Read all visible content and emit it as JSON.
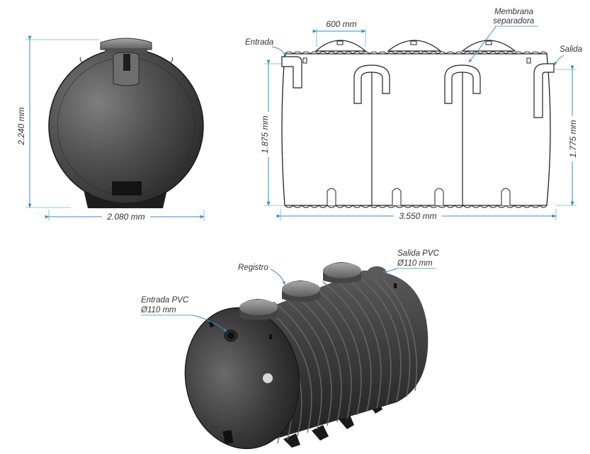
{
  "colors": {
    "dimension": "#2f8fc7",
    "text": "#333333",
    "outline": "#222222",
    "tank_dark": "#3a3a3a",
    "tank_light": "#8a8a8a",
    "background": "#ffffff"
  },
  "front_view": {
    "height_label": "2.240 mm",
    "width_label": "2.080 mm"
  },
  "side_view": {
    "manhole_label": "600 mm",
    "inlet_label": "Entrada",
    "outlet_label": "Salida",
    "membrane_label_line1": "Membrana",
    "membrane_label_line2": "separadora",
    "left_height_label": "1.875 mm",
    "right_height_label": "1.775 mm",
    "length_label": "3.550 mm"
  },
  "perspective_view": {
    "inlet_label_line1": "Entrada PVC",
    "inlet_label_line2": "Ø110 mm",
    "manhole_label": "Registro",
    "outlet_label_line1": "Salida PVC",
    "outlet_label_line2": "Ø110 mm"
  }
}
